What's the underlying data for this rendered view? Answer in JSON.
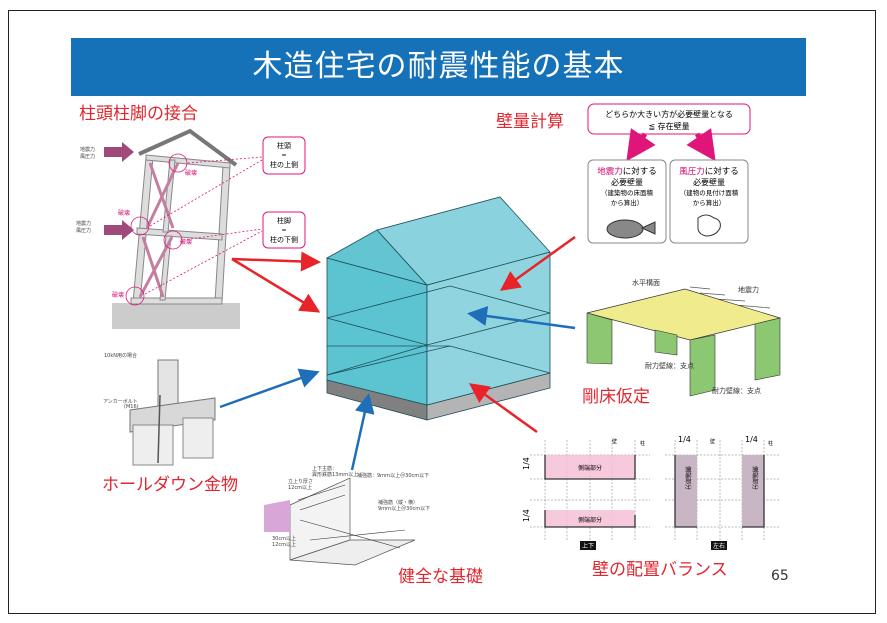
{
  "slide": {
    "title": "木造住宅の耐震性能の基本",
    "page_number": "65"
  },
  "colors": {
    "title_bar": "#1572b8",
    "label_red": "#e0262e",
    "house_cyan": "#7fd0dc",
    "arrow_red": "#e8232a",
    "arrow_blue": "#1f6fb8"
  },
  "joint": {
    "label": "柱頭柱脚の接合",
    "force_top": [
      "地震力",
      "風圧力"
    ],
    "force_mid": [
      "地震力",
      "風圧力"
    ],
    "damage": "破壊",
    "box_top": [
      "柱頭",
      "=",
      "柱の上側"
    ],
    "box_bottom": [
      "柱脚",
      "=",
      "柱の下側"
    ]
  },
  "wall_calc": {
    "label": "壁量計算",
    "top_box": [
      "どちらか大きい方が必要壁量となる",
      "≦ 存在壁量"
    ],
    "seismic": {
      "highlight": "地震力",
      "rest": "に対する",
      "line2": "必要壁量",
      "line3": "（建築物の床面積",
      "line4": "から算出）"
    },
    "wind": {
      "highlight": "風圧力",
      "rest": "に対する",
      "line2": "必要壁量",
      "line3": "（建物の見付け面積",
      "line4": "から算出）"
    }
  },
  "rigid_floor": {
    "label": "剛床仮定",
    "horizontal_plane": "水平構面",
    "seismic_force": "地震力",
    "support1": "耐力壁線：支点",
    "support2": "耐力壁線：支点"
  },
  "holdown": {
    "label": "ホールダウン金物",
    "case": "10kN用の場合",
    "anchor": [
      "アンカーボルト",
      "(M16)"
    ]
  },
  "foundation": {
    "label": "健全な基礎",
    "notes": [
      "上下主筋：",
      "異形鉄筋13mm以上",
      "補強筋：9ｍｍ以上＠30cm以下",
      "立上り厚さ",
      "12cm以上",
      "補強筋（縦・横）",
      "9ｍｍ以上＠30cm以下",
      "30cm以上",
      "12cm以上"
    ]
  },
  "wall_balance": {
    "label": "壁の配置バランス",
    "quarter": "1/4",
    "wall": "壁",
    "column": "柱",
    "side_part": "側端部分",
    "tag_ud": "上下",
    "tag_lr": "左右"
  }
}
